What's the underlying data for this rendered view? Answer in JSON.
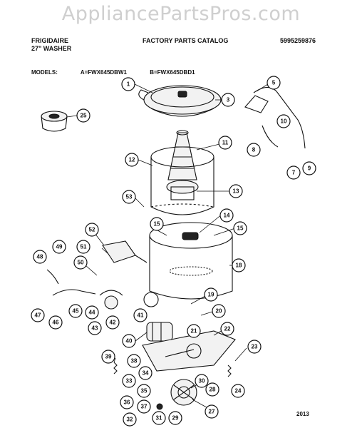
{
  "watermark": "AppliancePartsPros.com",
  "header": {
    "brand": "FRIGIDAIRE",
    "product": "27\" WASHER",
    "catalog_title": "FACTORY PARTS CATALOG",
    "catalog_number": "5995259876"
  },
  "models": {
    "label": "MODELS:",
    "model_a": "A=FWX645DBW1",
    "model_b": "B=FWX645DBD1"
  },
  "page_number": "2013",
  "callouts": [
    {
      "id": "c1",
      "label": "1"
    },
    {
      "id": "c3",
      "label": "3"
    },
    {
      "id": "c5",
      "label": "5"
    },
    {
      "id": "c10",
      "label": "10"
    },
    {
      "id": "c25",
      "label": "25"
    },
    {
      "id": "c8",
      "label": "8"
    },
    {
      "id": "c7",
      "label": "7"
    },
    {
      "id": "c9",
      "label": "9"
    },
    {
      "id": "c11",
      "label": "11"
    },
    {
      "id": "c12",
      "label": "12"
    },
    {
      "id": "c13",
      "label": "13"
    },
    {
      "id": "c53",
      "label": "53"
    },
    {
      "id": "c14",
      "label": "14"
    },
    {
      "id": "c15a",
      "label": "15"
    },
    {
      "id": "c15b",
      "label": "15"
    },
    {
      "id": "c52",
      "label": "52"
    },
    {
      "id": "c49",
      "label": "49"
    },
    {
      "id": "c48",
      "label": "48"
    },
    {
      "id": "c51",
      "label": "51"
    },
    {
      "id": "c50",
      "label": "50"
    },
    {
      "id": "c18",
      "label": "18"
    },
    {
      "id": "c47",
      "label": "47"
    },
    {
      "id": "c45",
      "label": "45"
    },
    {
      "id": "c44",
      "label": "44"
    },
    {
      "id": "c46",
      "label": "46"
    },
    {
      "id": "c43",
      "label": "43"
    },
    {
      "id": "c42",
      "label": "42"
    },
    {
      "id": "c41",
      "label": "41"
    },
    {
      "id": "c19",
      "label": "19"
    },
    {
      "id": "c20",
      "label": "20"
    },
    {
      "id": "c21",
      "label": "21"
    },
    {
      "id": "c22",
      "label": "22"
    },
    {
      "id": "c40",
      "label": "40"
    },
    {
      "id": "c39",
      "label": "39"
    },
    {
      "id": "c38",
      "label": "38"
    },
    {
      "id": "c34",
      "label": "34"
    },
    {
      "id": "c33",
      "label": "33"
    },
    {
      "id": "c30",
      "label": "30"
    },
    {
      "id": "c23",
      "label": "23"
    },
    {
      "id": "c35",
      "label": "35"
    },
    {
      "id": "c28",
      "label": "28"
    },
    {
      "id": "c24",
      "label": "24"
    },
    {
      "id": "c36",
      "label": "36"
    },
    {
      "id": "c37",
      "label": "37"
    },
    {
      "id": "c32",
      "label": "32"
    },
    {
      "id": "c31",
      "label": "31"
    },
    {
      "id": "c29",
      "label": "29"
    },
    {
      "id": "c27",
      "label": "27"
    }
  ]
}
